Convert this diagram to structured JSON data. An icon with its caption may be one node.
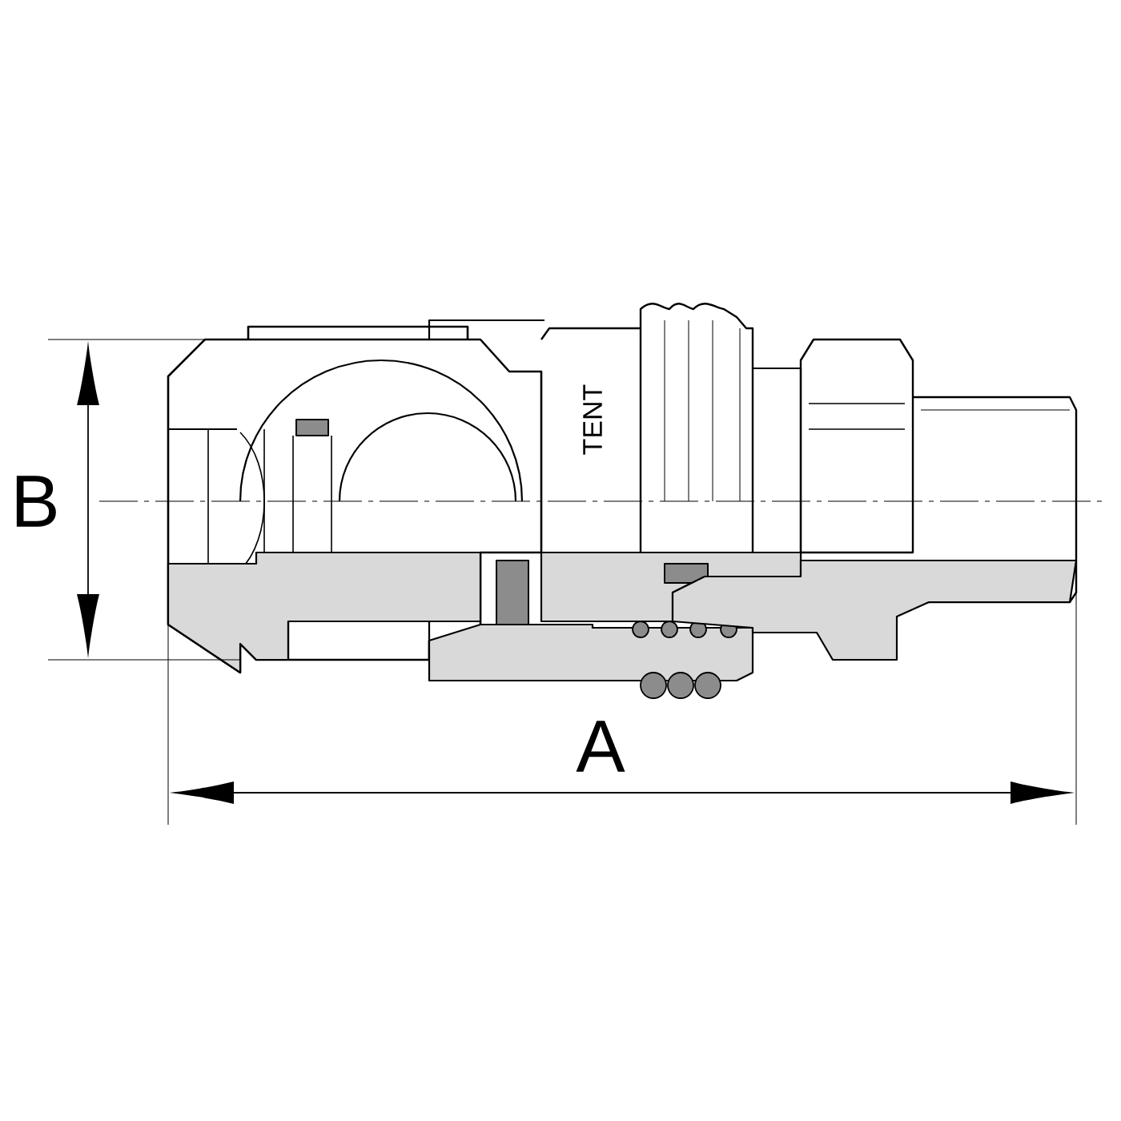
{
  "diagram": {
    "labels": [
      "B",
      "TENT",
      "A"
    ]
  }
}
